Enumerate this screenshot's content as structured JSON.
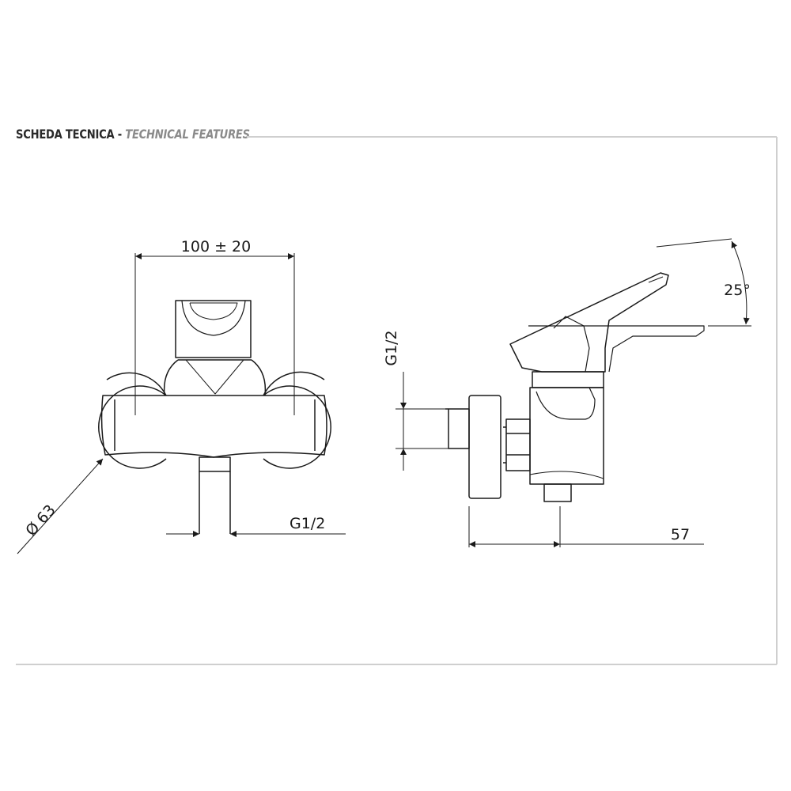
{
  "header": {
    "title": "SCHEDA TECNICA",
    "separator": " - ",
    "subtitle": "TECHNICAL FEATURES"
  },
  "front_view": {
    "width_dim": "100 ± 20",
    "diameter_dim": "Ø 63",
    "outlet_dim": "G1/2"
  },
  "side_view": {
    "inlet_dim": "G1/2",
    "depth_dim": "57",
    "angle_dim": "25°"
  },
  "colors": {
    "line": "#1a1a1a",
    "frame": "#cfcfcf",
    "header_main": "#2a2a2a",
    "header_sub": "#8a8a8a"
  }
}
